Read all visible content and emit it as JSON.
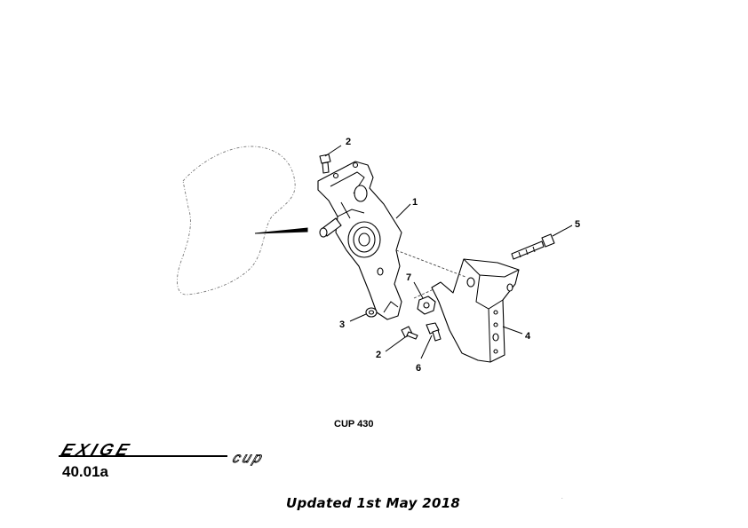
{
  "callouts": [
    {
      "id": "2a",
      "label": "2"
    },
    {
      "id": "1",
      "label": "1"
    },
    {
      "id": "5",
      "label": "5"
    },
    {
      "id": "7",
      "label": "7"
    },
    {
      "id": "3",
      "label": "3"
    },
    {
      "id": "4",
      "label": "4"
    },
    {
      "id": "2b",
      "label": "2"
    },
    {
      "id": "6",
      "label": "6"
    }
  ],
  "variant_label": "CUP 430",
  "logo": {
    "wordmark": "EXIGE",
    "suffix": "cup"
  },
  "page_number": "40.01a",
  "updated_text": "Updated 1st May 2018",
  "tiny_mark": "."
}
